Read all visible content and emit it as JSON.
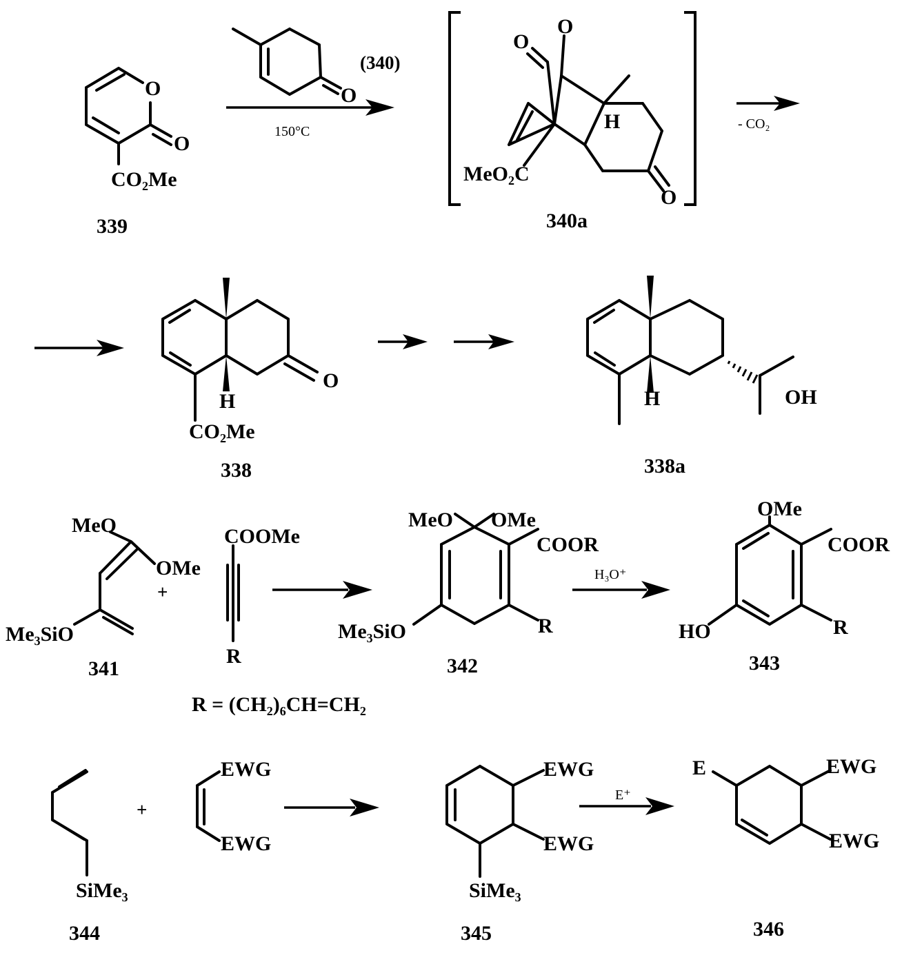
{
  "row1": {
    "compound_339": {
      "number": "339",
      "ring_o": "O",
      "carbonyl_o": "O",
      "ester": "CO₂Me"
    },
    "reagent_340": {
      "ketone_o": "O",
      "label": "(340)"
    },
    "step1_condition": "150°C",
    "compound_340a": {
      "number": "340a",
      "bridge_o1": "O",
      "bridge_o2": "O",
      "h": "H",
      "ester": "MeO₂C",
      "ketone_o": "O"
    },
    "step2_condition": "- CO₂"
  },
  "row2": {
    "compound_338": {
      "number": "338",
      "ketone_o": "O",
      "h": "H",
      "ester": "CO₂Me"
    },
    "compound_338a": {
      "number": "338a",
      "h": "H",
      "oh": "OH"
    }
  },
  "row3": {
    "compound_341": {
      "number": "341",
      "meo": "MeO",
      "ome": "OMe",
      "silyl": "Me₃SiO"
    },
    "plus": "+",
    "alkyne": {
      "ester": "COOMe",
      "r": "R"
    },
    "compound_342": {
      "number": "342",
      "meo": "MeO",
      "ome": "OMe",
      "ester": "COOR",
      "silyl": "Me₃SiO",
      "r": "R"
    },
    "acid_condition": "H₃O⁺",
    "compound_343": {
      "number": "343",
      "ome": "OMe",
      "ester": "COOR",
      "ho": "HO",
      "r": "R"
    },
    "r_definition": "R = (CH₂)₆CH=CH₂"
  },
  "row4": {
    "compound_344": {
      "number": "344",
      "silyl": "SiMe₃"
    },
    "plus": "+",
    "dienophile": {
      "ewg1": "EWG",
      "ewg2": "EWG"
    },
    "compound_345": {
      "number": "345",
      "ewg1": "EWG",
      "ewg2": "EWG",
      "silyl": "SiMe₃"
    },
    "electrophile_condition": "E⁺",
    "compound_346": {
      "number": "346",
      "e": "E",
      "ewg1": "EWG",
      "ewg2": "EWG"
    }
  }
}
